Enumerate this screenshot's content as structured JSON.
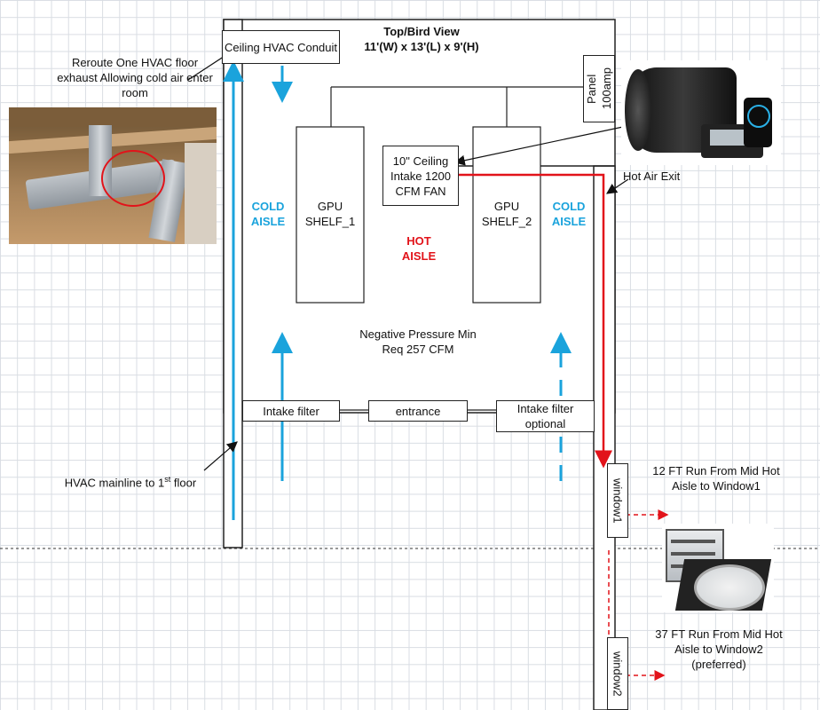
{
  "title": {
    "line1": "Top/Bird View",
    "line2": "11'(W) x 13'(L) x 9'(H)"
  },
  "labels": {
    "ceiling_hvac": "Ceiling HVAC Conduit",
    "panel": "Panel 100amp",
    "ceiling_fan": "10\" Ceiling Intake 1200 CFM FAN",
    "gpu_shelf_1": "GPU SHELF_1",
    "gpu_shelf_2": "GPU SHELF_2",
    "cold_aisle_left": "COLD AISLE",
    "cold_aisle_right": "COLD AISLE",
    "hot_aisle": "HOT AISLE",
    "negative_pressure": "Negative Pressure Min Req 257 CFM",
    "intake_filter": "Intake filter",
    "entrance": "entrance",
    "intake_filter_optional": "Intake filter optional",
    "window1": "window1",
    "window2": "window2",
    "hot_air_exit": "Hot Air Exit",
    "reroute_note": "Reroute One HVAC floor exhaust Allowing cold air enter room",
    "hvac_mainline": "HVAC mainline to 1",
    "hvac_mainline_sup": "st",
    "hvac_mainline_end": " floor",
    "run_window1": "12 FT Run From Mid Hot Aisle to Window1",
    "run_window2": "37 FT Run From Mid Hot Aisle to Window2 (preferred)"
  },
  "colors": {
    "cold": "#1aa3dc",
    "hot": "#e2131a",
    "line": "#222222"
  },
  "images": {
    "duct_photo": "attic-duct-photo",
    "fan_photo": "inline-fan-with-controller",
    "vent_photo": "window-vent-damper"
  }
}
